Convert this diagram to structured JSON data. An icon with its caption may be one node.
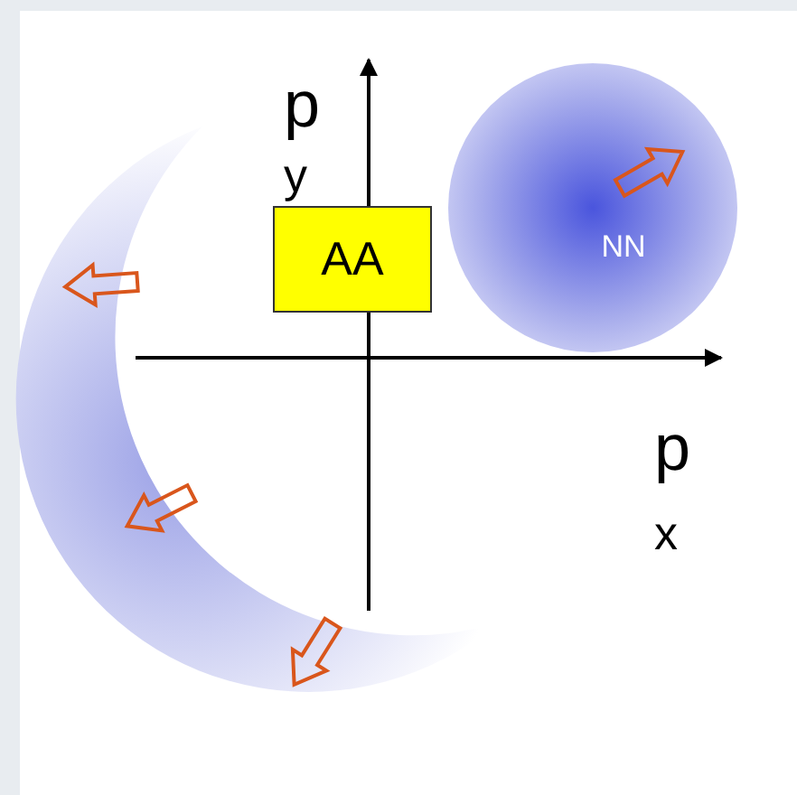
{
  "diagram": {
    "nodes": [
      {
        "text": [
          "AA"
        ]
      },
      {
        "text": [
          "NN"
        ]
      }
    ],
    "labels": [
      "p",
      "y",
      "p",
      "x"
    ]
  }
}
